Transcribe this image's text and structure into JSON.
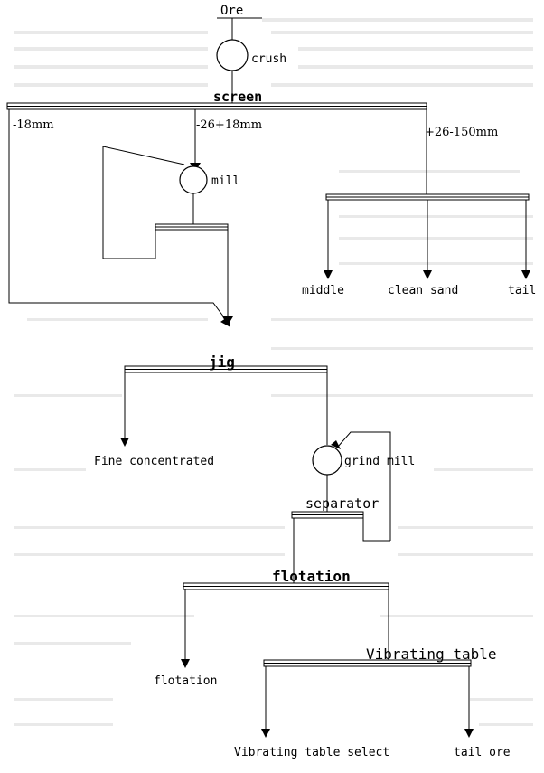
{
  "diagram": {
    "labels": {
      "ore": "Ore",
      "crush": "crush",
      "screen": "screen",
      "size_fine": "-18mm",
      "size_mid": "-26+18mm",
      "size_coarse": "+26-150mm",
      "mill": "mill",
      "middle": "middle",
      "clean_sand": "clean sand",
      "tail": "tail",
      "jig": "jig",
      "fine_concentrated": "Fine concentrated",
      "grind_mill": "grind mill",
      "separator": "separator",
      "flotation_stage": "flotation",
      "vibrating_table": "Vibrating table",
      "flotation_product": "flotation",
      "vibrating_table_select": "Vibrating table select",
      "tail_ore": "tail ore"
    }
  }
}
